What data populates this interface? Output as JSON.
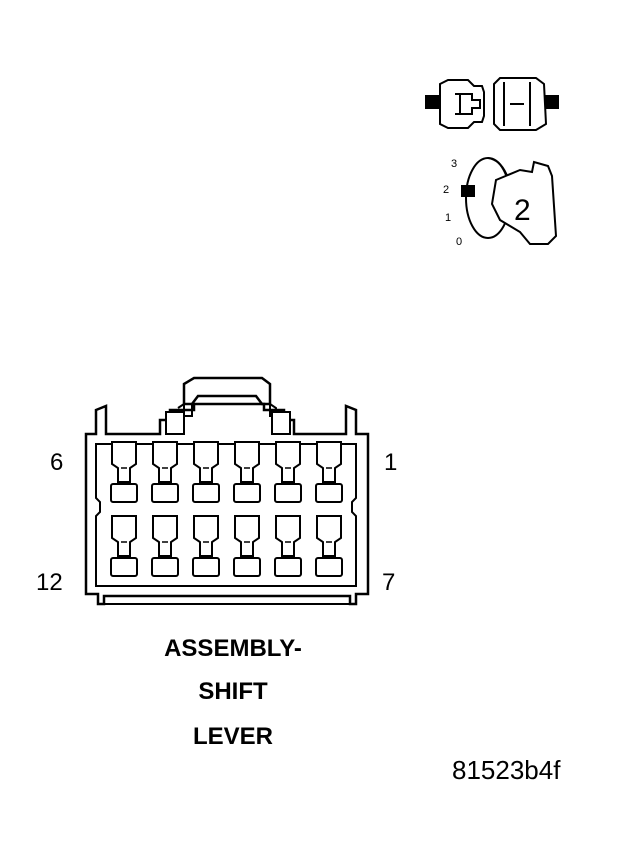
{
  "pin_labels": {
    "top_left": "6",
    "top_right": "1",
    "bottom_left": "12",
    "bottom_right": "7"
  },
  "caption": {
    "line1": "ASSEMBLY-",
    "line2": "SHIFT",
    "line3": "LEVER"
  },
  "figure_code": "81523b4f",
  "keying": {
    "positions": [
      "3",
      "2",
      "1",
      "0"
    ],
    "key_number": "2"
  },
  "connector": {
    "pins_per_row": 6,
    "rows": 2
  }
}
